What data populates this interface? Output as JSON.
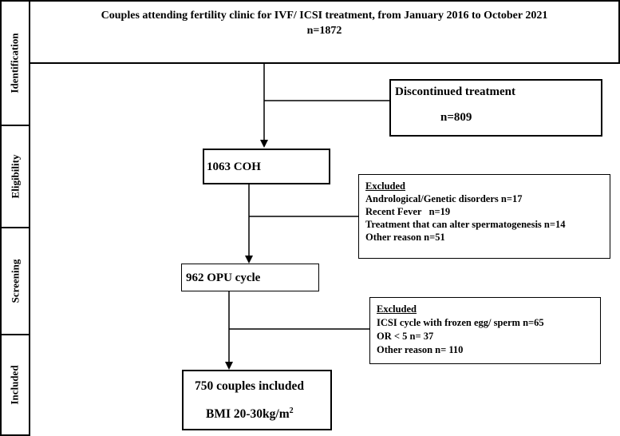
{
  "stages": [
    "Identification",
    "Eligibility",
    "Screening",
    "Included"
  ],
  "identification": {
    "title": "Couples attending fertility clinic for IVF/ ICSI treatment, from January 2016 to October 2021",
    "count": "n=1872"
  },
  "discontinued": {
    "label": "Discontinued treatment",
    "count": "n=809"
  },
  "coh": {
    "label": "1063 COH"
  },
  "excluded1": {
    "title": "Excluded",
    "items": [
      "Andrological/Genetic disorders n=17",
      "Recent Fever   n=19",
      "Treatment that can alter spermatogenesis n=14",
      "Other reason n=51"
    ]
  },
  "opu": {
    "label": "962 OPU cycle"
  },
  "excluded2": {
    "title": "Excluded",
    "items": [
      "ICSI cycle with frozen egg/ sperm n=65",
      "OR < 5 n= 37",
      "Other reason n= 110"
    ]
  },
  "included": {
    "line1": "750 couples included",
    "bmi_prefix": "BMI 20-30kg/m",
    "bmi_sup": "2"
  }
}
